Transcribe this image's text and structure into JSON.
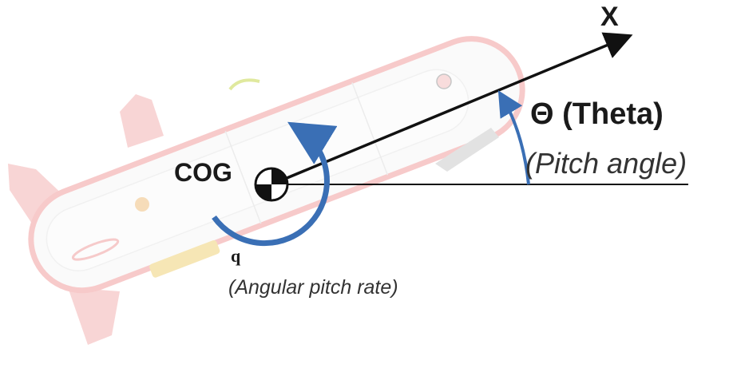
{
  "labels": {
    "x_axis": "X",
    "cog": "COG",
    "theta": "Θ (Theta)",
    "pitch_angle": "(Pitch angle)",
    "q": "q",
    "angular_pitch_rate": "(Angular pitch rate)"
  },
  "colors": {
    "hull_outline": "#f2a0a0",
    "fin": "#f4b3b3",
    "arrow_blue": "#3a6fb5",
    "axis_black": "#111111"
  }
}
